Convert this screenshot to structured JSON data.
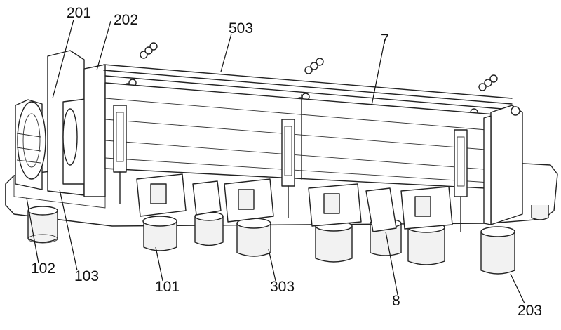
{
  "figure": {
    "labels": {
      "l201": "201",
      "l202": "202",
      "l503": "503",
      "l7": "7",
      "l102": "102",
      "l103": "103",
      "l101": "101",
      "l303": "303",
      "l8": "8",
      "l203": "203"
    }
  }
}
